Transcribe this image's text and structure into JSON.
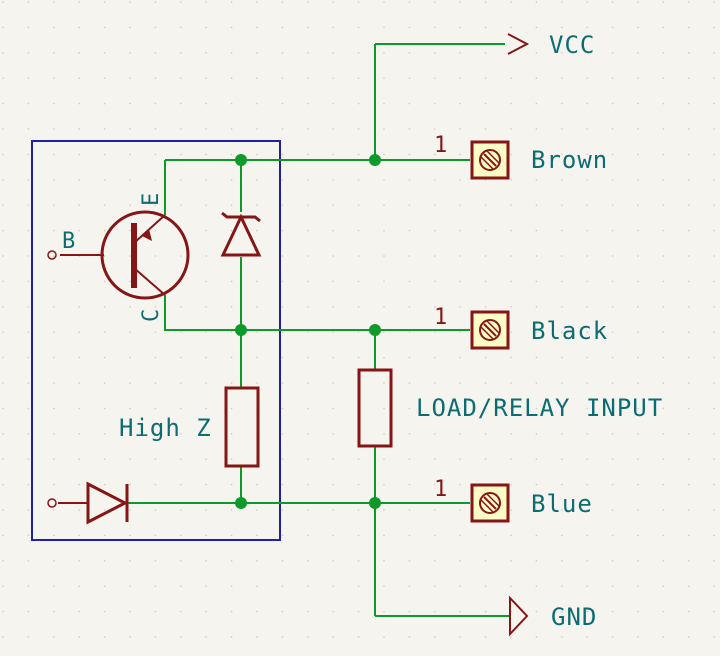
{
  "power": {
    "vcc": "VCC",
    "gnd": "GND"
  },
  "connectors": [
    {
      "pin": "1",
      "label": "Brown"
    },
    {
      "pin": "1",
      "label": "Black"
    },
    {
      "pin": "1",
      "label": "Blue"
    }
  ],
  "transistor": {
    "base": "B",
    "collector": "C",
    "emitter": "E"
  },
  "resistors": {
    "internal": "High Z",
    "load": "LOAD/RELAY INPUT"
  },
  "colors": {
    "wire": "#0d9a2a",
    "component": "#861616",
    "label": "#0b6c72",
    "box": "#1f1fa8",
    "connector_fill": "#fefcc6",
    "background": "#f5f4ef"
  }
}
